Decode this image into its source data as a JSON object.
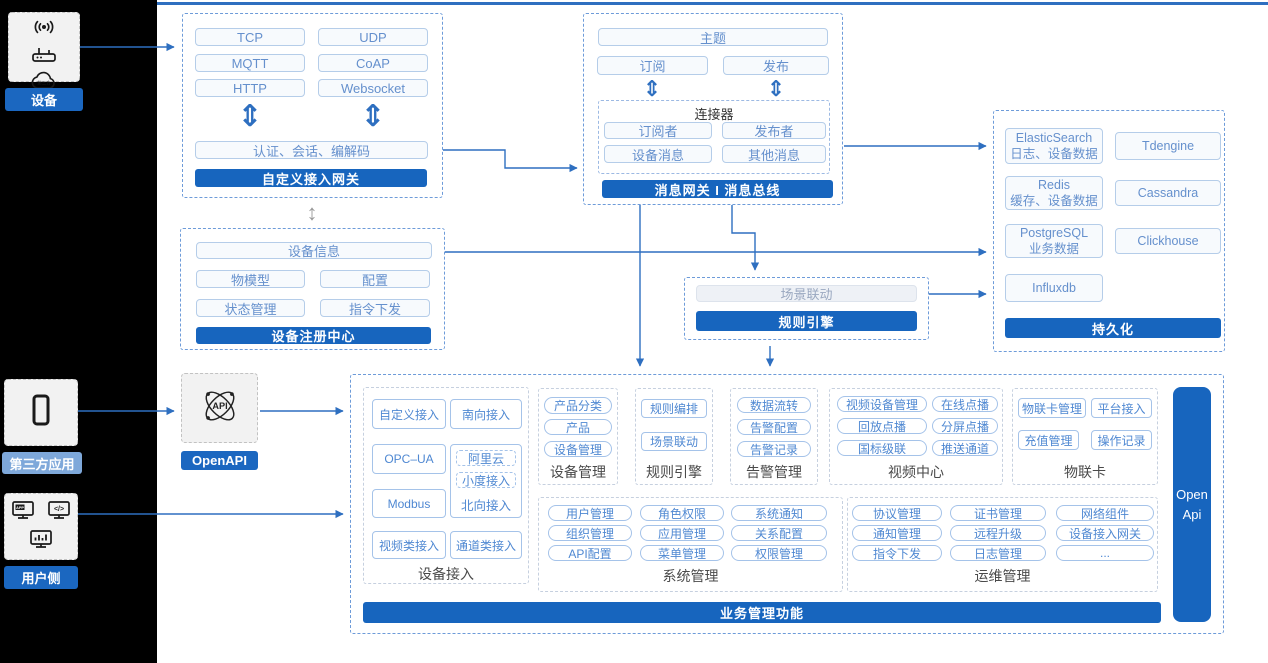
{
  "colors": {
    "accent": "#1765be",
    "arrow": "#2e6fc0",
    "rail_bg": "#000000",
    "panel_bg": "#ffffff",
    "chip_light": "#7ea8da"
  },
  "rail": {
    "device": {
      "label": "设备"
    },
    "third_party": {
      "label": "第三方应用"
    },
    "user_side": {
      "label": "用户侧"
    }
  },
  "gateway": {
    "protocols": [
      "TCP",
      "UDP",
      "MQTT",
      "CoAP",
      "HTTP",
      "Websocket"
    ],
    "session": "认证、会话、编解码",
    "title": "自定义接入网关"
  },
  "message": {
    "topic": "主题",
    "subscribe": "订阅",
    "publish": "发布",
    "connector_title": "连接器",
    "connector_items": [
      "订阅者",
      "发布者",
      "设备消息",
      "其他消息"
    ],
    "title": "消息网关 I 消息总线"
  },
  "registry": {
    "device_info": "设备信息",
    "items": [
      "物模型",
      "配置",
      "状态管理",
      "指令下发"
    ],
    "title": "设备注册中心"
  },
  "rule": {
    "scene": "场景联动",
    "title": "规则引擎"
  },
  "persistence": {
    "cells": [
      {
        "name": "ElasticSearch",
        "desc": "日志、设备数据"
      },
      {
        "name": "Tdengine",
        "desc": ""
      },
      {
        "name": "Redis",
        "desc": "缓存、设备数据"
      },
      {
        "name": "Cassandra",
        "desc": ""
      },
      {
        "name": "PostgreSQL",
        "desc": "业务数据"
      },
      {
        "name": "Clickhouse",
        "desc": ""
      },
      {
        "name": "Influxdb",
        "desc": ""
      }
    ],
    "title": "持久化"
  },
  "openapi": {
    "label": "OpenAPI"
  },
  "business": {
    "device_access": {
      "label": "设备接入",
      "items": [
        "自定义接入",
        "南向接入",
        "OPC–UA",
        "Modbus",
        "视频类接入",
        "通道类接入"
      ],
      "north": {
        "items": [
          "阿里云",
          "小度接入"
        ],
        "label": "北向接入"
      }
    },
    "device_mgmt": {
      "label": "设备管理",
      "items": [
        "产品分类",
        "产品",
        "设备管理"
      ]
    },
    "rule_engine": {
      "label": "规则引擎",
      "items": [
        "规则编排",
        "场景联动"
      ]
    },
    "alarm": {
      "label": "告警管理",
      "items": [
        "数据流转",
        "告警配置",
        "告警记录"
      ]
    },
    "video": {
      "label": "视频中心",
      "items": [
        "视频设备管理",
        "在线点播",
        "回放点播",
        "分屏点播",
        "国标级联",
        "推送通道"
      ]
    },
    "iot_card": {
      "label": "物联卡",
      "items": [
        "物联卡管理",
        "平台接入",
        "充值管理",
        "操作记录"
      ]
    },
    "system": {
      "label": "系统管理",
      "items": [
        "用户管理",
        "角色权限",
        "系统通知",
        "组织管理",
        "应用管理",
        "关系配置",
        "API配置",
        "菜单管理",
        "权限管理"
      ]
    },
    "ops": {
      "label": "运维管理",
      "items": [
        "协议管理",
        "证书管理",
        "网络组件",
        "通知管理",
        "远程升级",
        "设备接入网关",
        "指令下发",
        "日志管理",
        "..."
      ]
    },
    "footer": "业务管理功能",
    "open_api_bar": "Open Api"
  }
}
